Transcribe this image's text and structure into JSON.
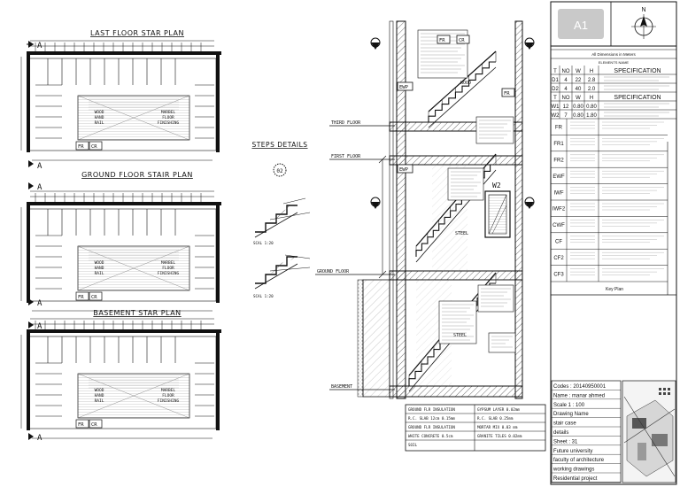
{
  "plans": {
    "last_floor_title": "LAST FLOOR STAR PLAN",
    "ground_floor_title": "GROUND FLOOR STAIR PLAN",
    "basement_title": "BASEMENT STAR PLAN",
    "section_marker": "A",
    "wood_label": "WOOD\nHAND\nRAIL",
    "marble_label": "MARBEL\nFLOOR\nFINISHING",
    "fr": "FR",
    "cr": "CR"
  },
  "steps_details": {
    "title": "STEPS DETAILS",
    "marker": "02",
    "scale_a": "SCAL 1:20",
    "scale_b": "SCAL 1:20"
  },
  "section": {
    "levels": {
      "third": "THIRD FLOOR",
      "first": "FIRST FLOOR",
      "ground": "GROUND FLOOR",
      "basement": "BASEMENT"
    },
    "tags": {
      "w2": "W2",
      "ewp": "EWP",
      "wood": "WOOD",
      "steel": "STEEL"
    },
    "legend_left": [
      "GROUND FLR INSULATION",
      "R.C. SLAB 12cm 0.15mm",
      "GROUND FLR INSULATION",
      "WHITE CONCRETE 0.5cm",
      "SOIL"
    ],
    "legend_right": [
      "GYPSUM LAYER 0.02mm",
      "R.C. SLAB 0.25mm",
      "MORTAR MIX 0.03 mm",
      "GRANITE TILES 0.02mm"
    ]
  },
  "title_block": {
    "sheet_code": "A1",
    "north": "N",
    "dimensions_note": "All Dimensions in Meters",
    "schedule_headers": [
      "T",
      "NO",
      "W",
      "H",
      "SPECIFICATION"
    ],
    "windows": [
      {
        "t": "D1",
        "no": "4",
        "w": "22",
        "h": "2.8"
      },
      {
        "t": "D2",
        "no": "4",
        "w": "40",
        "h": "2.0"
      }
    ],
    "doors": [
      {
        "t": "W1",
        "no": "12",
        "w": "0.80",
        "h": "0.80"
      },
      {
        "t": "W2",
        "no": "7",
        "w": "0.80",
        "h": "1.80"
      }
    ],
    "materials": [
      "FR",
      "FR1",
      "FR2",
      "EWF",
      "IWF",
      "IWF2",
      "CWF",
      "CF",
      "CF2",
      "CF3"
    ],
    "key_plan": "Key Plan",
    "info": [
      "Codes : 20140950001",
      "Name : manar ahmed",
      "Scale 1 : 100",
      "Drawing Name",
      "stair case",
      "details",
      "Sheet : 31",
      "Future university",
      "faculty of architecture",
      "working drawings",
      "Residential project"
    ]
  }
}
